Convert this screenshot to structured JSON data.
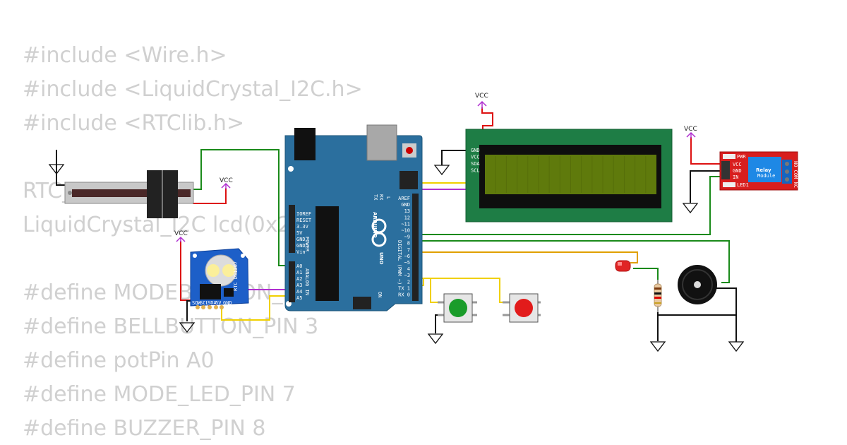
{
  "code": {
    "lines": [
      "#include <Wire.h>",
      "#include <LiquidCrystal_I2C.h>",
      "#include <RTClib.h>",
      "",
      "RTC_        c;",
      "LiquidCrystal_I2C lcd(0x2",
      "",
      "#define MODEB       ON_P",
      "#define BELLBUTTON_PIN 3",
      "#define potPin A0",
      "#define MODE_LED_PIN 7",
      "#define BUZZER_PIN 8"
    ]
  },
  "labels": {
    "vcc": "VCC"
  },
  "arduino": {
    "brand": "ARDUINO",
    "model": "UNO",
    "on_label": "ON",
    "l_label": "L",
    "tx_label": "TX",
    "rx_label": "RX",
    "digital_label": "DIGITAL (PWM ~)",
    "power_label": "POWER",
    "analog_label": "ANALOG IN",
    "power_pins": [
      "IOREF",
      "RESET",
      "3.3V",
      "5V",
      "GND",
      "GND",
      "Vin"
    ],
    "analog_pins": [
      "A0",
      "A1",
      "A2",
      "A3",
      "A4",
      "A5"
    ],
    "digital_pins": [
      "AREF",
      "GND",
      "13",
      "12",
      "~11",
      "~10",
      "~9",
      "8",
      "7",
      "~6",
      "~5",
      "4",
      "~3",
      "2",
      "TX 1",
      "RX 0"
    ]
  },
  "lcd": {
    "pins": [
      "GND",
      "VCC",
      "SDA",
      "SCL"
    ]
  },
  "relay": {
    "title": "Relay",
    "subtitle": "Module",
    "pins": [
      "VCC",
      "GND",
      "IN"
    ],
    "pwr_label": "PWR",
    "led_label": "LED1",
    "terminals": "NO COM NC"
  },
  "rtc": {
    "title": "RTC DS1307",
    "pins": [
      "SQW",
      "SCL",
      "SDA",
      "5V",
      "GND"
    ]
  },
  "colors": {
    "board": "#2b6f9e",
    "lcd_pcb": "#1e7d45",
    "lcd_screen": "#5f7a0c",
    "relay_pcb": "#d81e1e",
    "rtc_pcb": "#1d5fc8",
    "wire_red": "#dd1111",
    "wire_green": "#1a8a1a",
    "wire_yellow": "#f0d000",
    "wire_purple": "#b030d0",
    "wire_orange": "#e0a000",
    "wire_black": "#111111"
  }
}
